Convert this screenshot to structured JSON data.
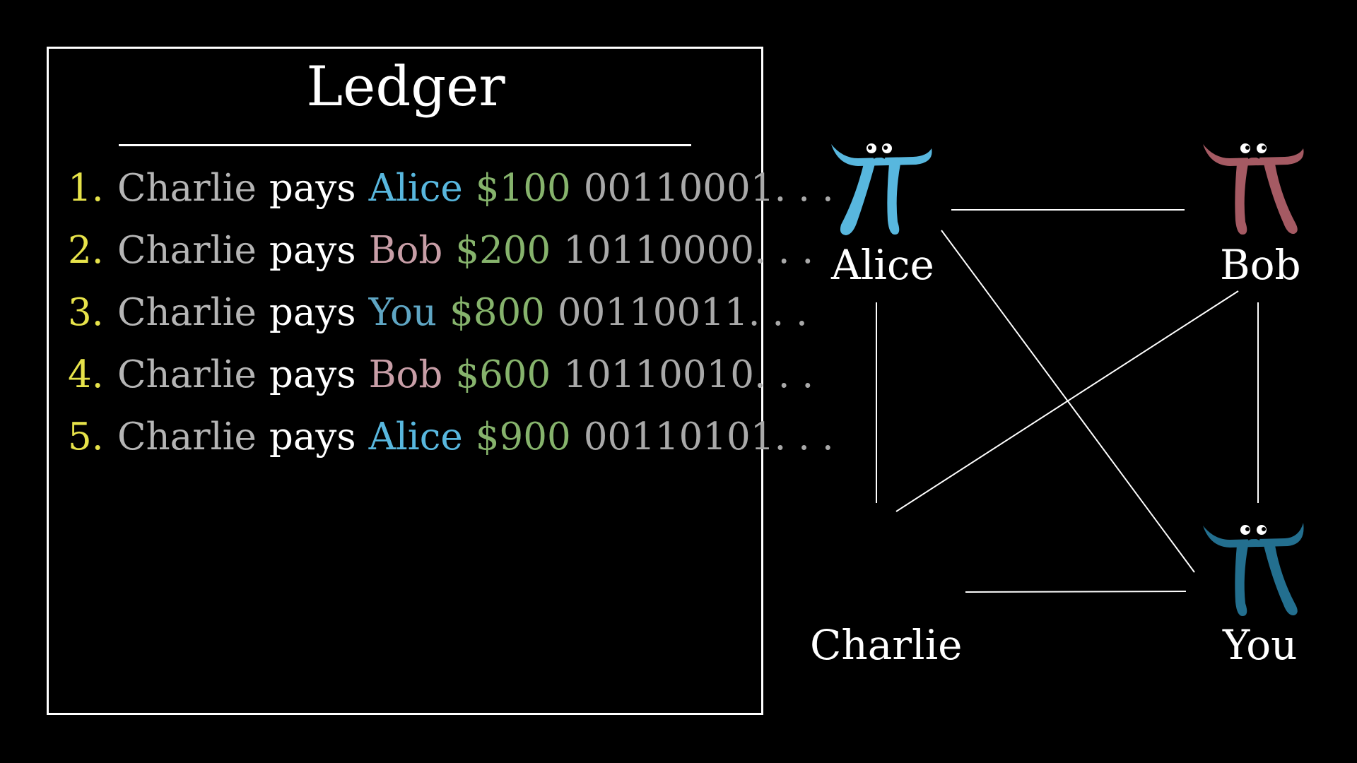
{
  "ledger": {
    "title": "Ledger",
    "rows": [
      {
        "number": "1.",
        "payer": "Charlie",
        "verb": "pays",
        "payee": "Alice",
        "amount": "$100",
        "signature": "00110001. . ."
      },
      {
        "number": "2.",
        "payer": "Charlie",
        "verb": "pays",
        "payee": "Bob",
        "amount": "$200",
        "signature": "10110000. . ."
      },
      {
        "number": "3.",
        "payer": "Charlie",
        "verb": "pays",
        "payee": "You",
        "amount": "$800",
        "signature": "00110011. . ."
      },
      {
        "number": "4.",
        "payer": "Charlie",
        "verb": "pays",
        "payee": "Bob",
        "amount": "$600",
        "signature": "10110010. . ."
      },
      {
        "number": "5.",
        "payer": "Charlie",
        "verb": "pays",
        "payee": "Alice",
        "amount": "$900",
        "signature": "00110101. . ."
      }
    ]
  },
  "network": {
    "nodes": {
      "alice": {
        "label": "Alice",
        "color": "#58b7de"
      },
      "bob": {
        "label": "Bob",
        "color": "#a55a63"
      },
      "charlie": {
        "label": "Charlie"
      },
      "you": {
        "label": "You",
        "color": "#236f8f"
      }
    }
  },
  "colors": {
    "background": "#000000",
    "index": "#e7e34a",
    "payer": "#b5b5b5",
    "amount": "#86b36c",
    "signature": "#a9a9a9",
    "alice": "#58b7de",
    "bob": "#c89ea7",
    "you": "#5fa6c4"
  }
}
